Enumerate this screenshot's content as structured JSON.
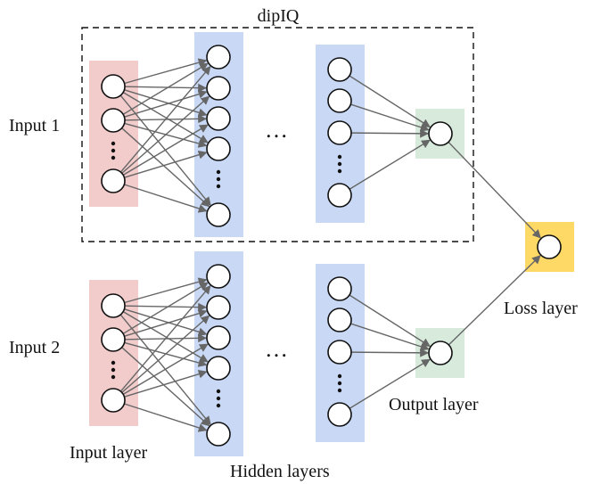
{
  "title": "dipIQ",
  "labels": {
    "input1": "Input 1",
    "input2": "Input 2",
    "input_layer": "Input layer",
    "hidden_layers": "Hidden layers",
    "output_layer": "Output layer",
    "loss_layer": "Loss layer"
  },
  "ellipsis": "…",
  "colors": {
    "input_layer": "#f2cbcb",
    "hidden_layer": "#c9d9f5",
    "output_layer": "#d7eadc",
    "loss_layer": "#ffd966",
    "edge": "#666666",
    "frame": "#111111"
  }
}
